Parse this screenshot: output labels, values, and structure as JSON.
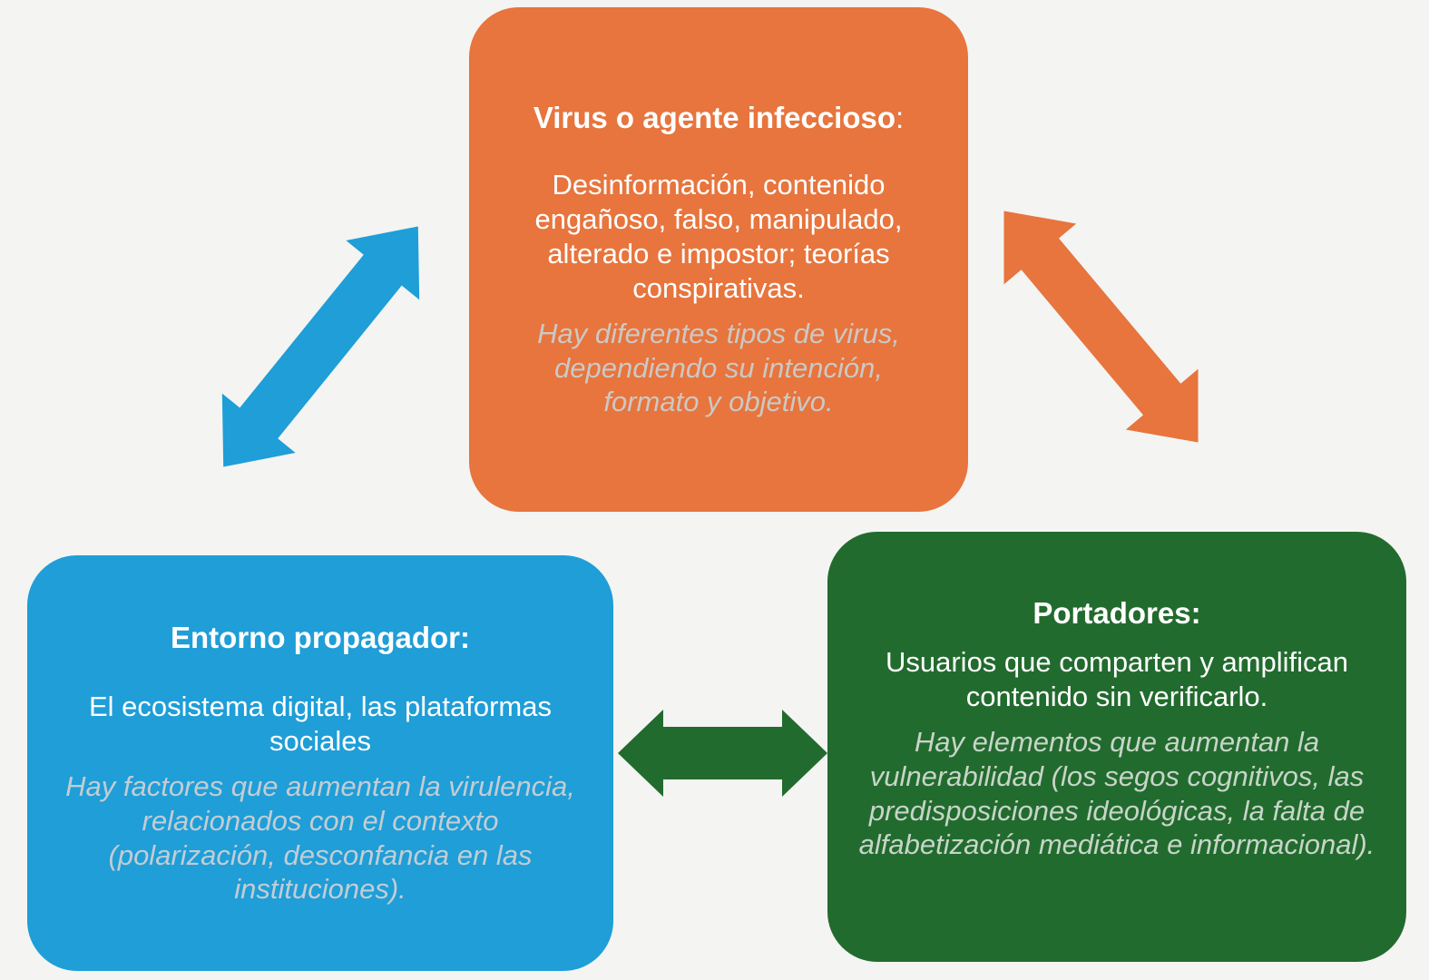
{
  "colors": {
    "background": "#F4F4F2",
    "orange": "#E7753D",
    "blue": "#1F9ED8",
    "green": "#226B2E",
    "note_on_orange": "#CCC8C5",
    "note_on_blue": "#C3CDD3",
    "note_on_green": "#C7D5C9"
  },
  "boxes": {
    "virus": {
      "title": "Virus o agente infeccioso",
      "colon": ":",
      "body": "Desinformación, contenido engañoso, falso, manipulado, alterado e impostor; teorías conspirativas.",
      "note": "Hay diferentes tipos de virus, dependiendo su intención, formato y objetivo."
    },
    "entorno": {
      "title": "Entorno propagador:",
      "body": "El ecosistema digital, las plataformas sociales",
      "note": "Hay factores que aumentan la virulencia, relacionados con el contexto (polarización, desconfancia en las instituciones)."
    },
    "portadores": {
      "title": "Portadores:",
      "body": "Usuarios que comparten y amplifican contenido sin verificarlo.",
      "note": "Hay elementos que aumentan la vulnerabilidad (los segos cognitivos, las predisposiciones ideológicas, la falta de alfabetización mediática e informacional)."
    }
  },
  "arrows": {
    "virus_entorno": "bidirectional",
    "virus_portadores": "bidirectional",
    "entorno_portadores": "bidirectional"
  }
}
